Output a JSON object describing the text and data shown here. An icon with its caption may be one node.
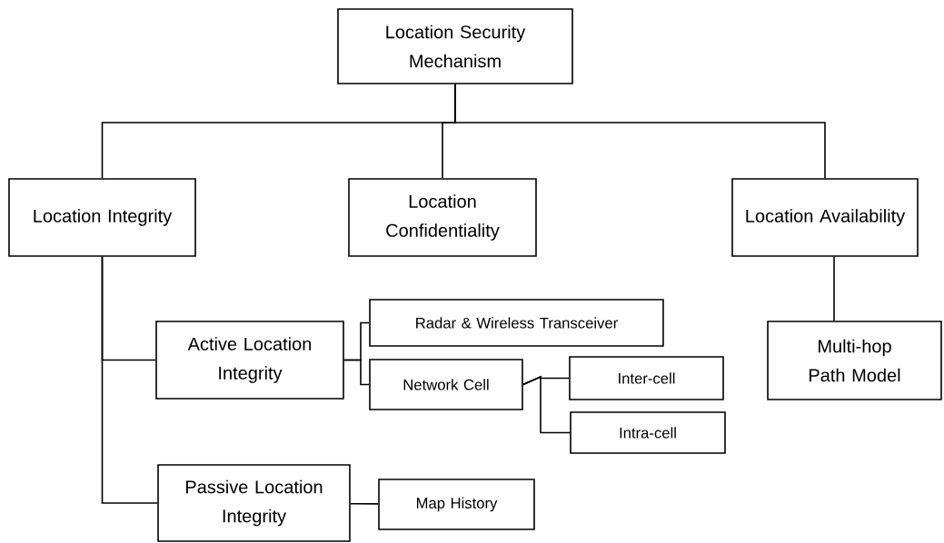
{
  "diagram": {
    "nodes": [
      {
        "text": [
          "Location Security Mechanism"
        ]
      },
      {
        "text": [
          "Location Integrity"
        ]
      },
      {
        "text": [
          "Location Confidentiality"
        ]
      },
      {
        "text": [
          "Location Availability"
        ]
      },
      {
        "text": [
          "Active Location Integrity"
        ]
      },
      {
        "text": [
          "Radar & Wireless Transceiver"
        ]
      },
      {
        "text": [
          "Network Cell"
        ]
      },
      {
        "text": [
          "Inter-cell"
        ]
      },
      {
        "text": [
          "Intra-cell"
        ]
      },
      {
        "text": [
          "Passive Location Integrity"
        ]
      },
      {
        "text": [
          "Map History"
        ]
      },
      {
        "text": [
          "Multi-hop Path Model"
        ]
      }
    ],
    "edges": [
      {
        "from": 0,
        "to": 1,
        "arrow": "none"
      },
      {
        "from": 0,
        "to": 2,
        "arrow": "none"
      },
      {
        "from": 0,
        "to": 3,
        "arrow": "none"
      },
      {
        "from": 1,
        "to": 4,
        "arrow": "none"
      },
      {
        "from": 1,
        "to": 9,
        "arrow": "none"
      },
      {
        "from": 4,
        "to": 5,
        "arrow": "none"
      },
      {
        "from": 4,
        "to": 6,
        "arrow": "none"
      },
      {
        "from": 6,
        "to": 7,
        "arrow": "none"
      },
      {
        "from": 6,
        "to": 8,
        "arrow": "none"
      },
      {
        "from": 9,
        "to": 10,
        "arrow": "none"
      },
      {
        "from": 3,
        "to": 11,
        "arrow": "none"
      }
    ]
  }
}
